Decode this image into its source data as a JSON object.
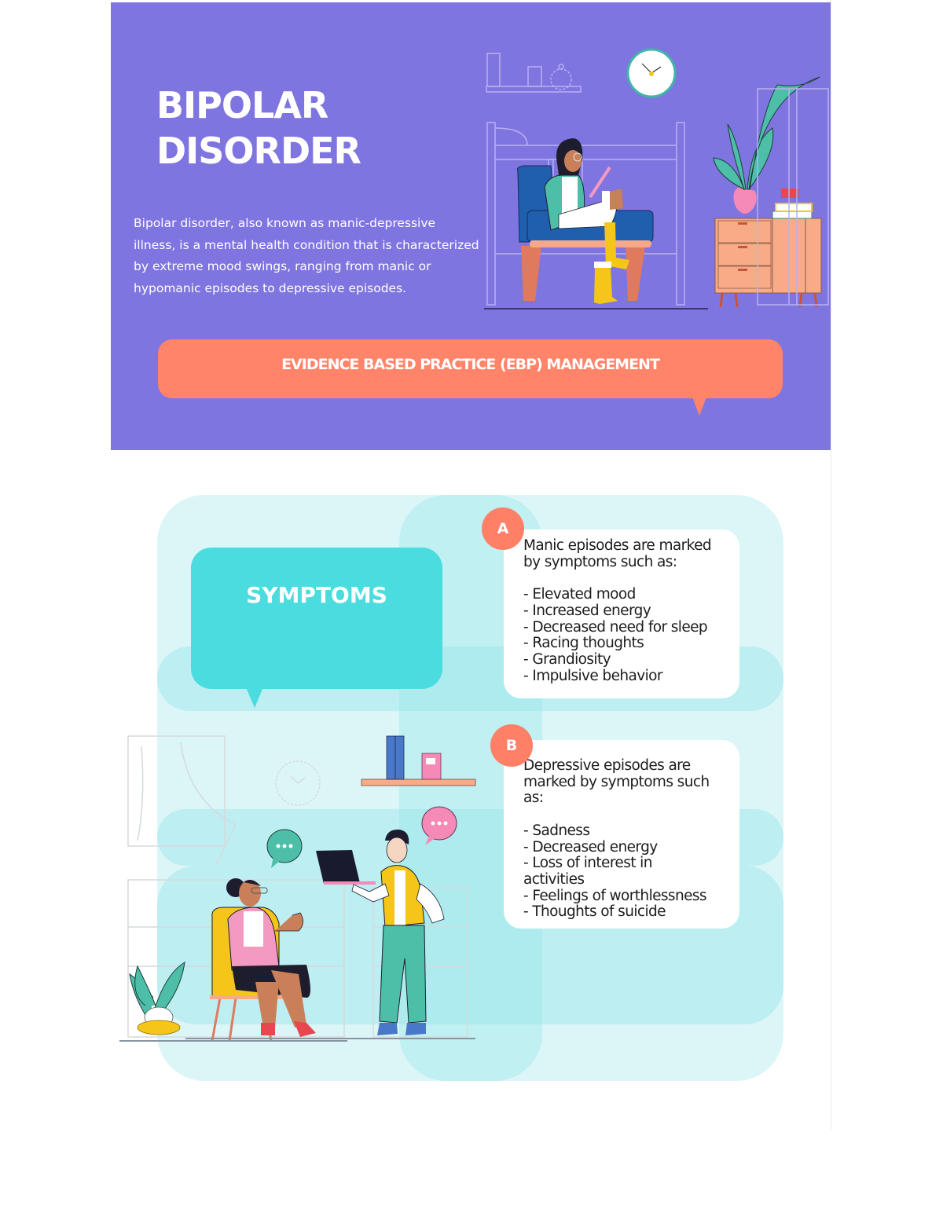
{
  "header": {
    "title_line1": "BIPOLAR",
    "title_line2": "DISORDER",
    "description": "Bipolar disorder, also known as manic-depressive illness, is a mental health condition that is characterized by extreme mood swings, ranging from manic or hypomanic episodes to depressive episodes.",
    "banner_label": "EVIDENCE BASED PRACTICE (EBP) MANAGEMENT"
  },
  "symptoms": {
    "heading": "SYMPTOMS",
    "cards": [
      {
        "badge": "A",
        "text": "Manic episodes are marked\nby symptoms such as:\n\n- Elevated mood\n- Increased energy\n- Decreased need for sleep\n- Racing thoughts\n- Grandiosity\n- Impulsive behavior"
      },
      {
        "badge": "B",
        "text": "Depressive episodes are\nmarked by symptoms such\nas:\n\n- Sadness\n- Decreased energy\n- Loss of interest in\nactivities\n- Feelings of worthlessness\n- Thoughts of suicide"
      }
    ]
  },
  "colors": {
    "hero_bg": "#7f75e0",
    "banner": "#ff8469",
    "symptoms_bubble": "#4adcdf",
    "badge": "#ff7f67",
    "section_bg": "#dcf6f8"
  },
  "illustrations": {
    "hero": "woman-reading-tablet-in-armchair-illustration",
    "symptoms": "therapy-conversation-illustration"
  }
}
